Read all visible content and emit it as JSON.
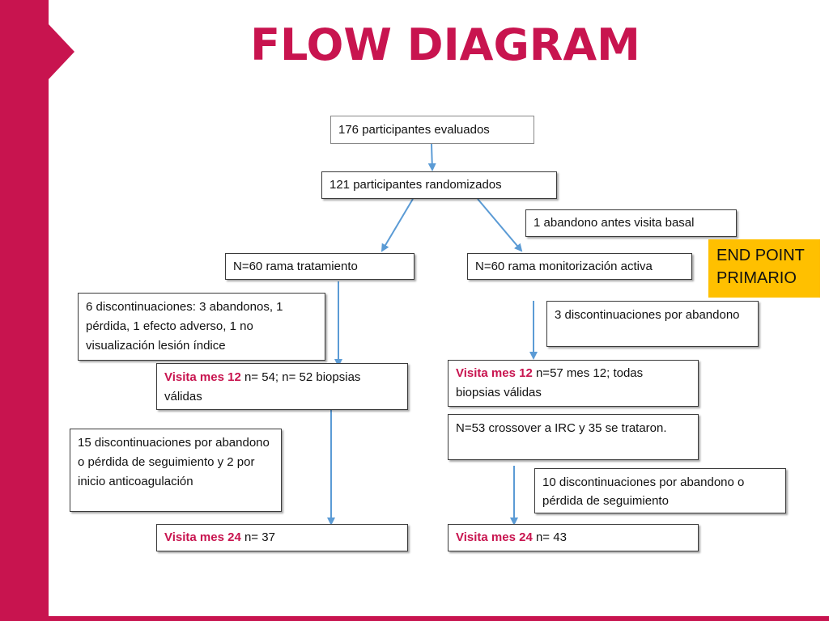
{
  "slide": {
    "title": "FLOW DIAGRAM",
    "accent_color": "#c8144f",
    "highlight_color": "#ffc000"
  },
  "nodes": {
    "evaluated": "176 participantes evaluados",
    "randomized": "121 participantes randomizados",
    "dropout_baseline": "1 abandono antes visita basal",
    "endpoint_line1": "END POINT",
    "endpoint_line2": "PRIMARIO",
    "arm_treatment": "N=60 rama tratamiento",
    "arm_monitoring": "N=60 rama monitorización activa",
    "treatment_discontinuations": "6 discontinuaciones: 3 abandonos, 1 pérdida, 1 efecto adverso, 1 no visualización lesión índice",
    "monitoring_discontinuations": "3 discontinuaciones por abandono",
    "treatment_m12_label": "Visita mes 12",
    "treatment_m12_text": " n= 54; n= 52 biopsias válidas",
    "monitoring_m12_label": "Visita mes 12",
    "monitoring_m12_text": " n=57 mes 12; todas biopsias válidas",
    "crossover": "N=53 crossover a IRC y 35 se trataron.",
    "treatment_discontinuations_2": "15 discontinuaciones por abandono o pérdida de seguimiento y 2 por inicio anticoagulación",
    "monitoring_discontinuations_2": "10 discontinuaciones por abandono o pérdida de seguimiento",
    "treatment_m24_label": "Visita mes 24",
    "treatment_m24_text": " n= 37",
    "monitoring_m24_label": "Visita mes 24",
    "monitoring_m24_text": " n= 43"
  }
}
